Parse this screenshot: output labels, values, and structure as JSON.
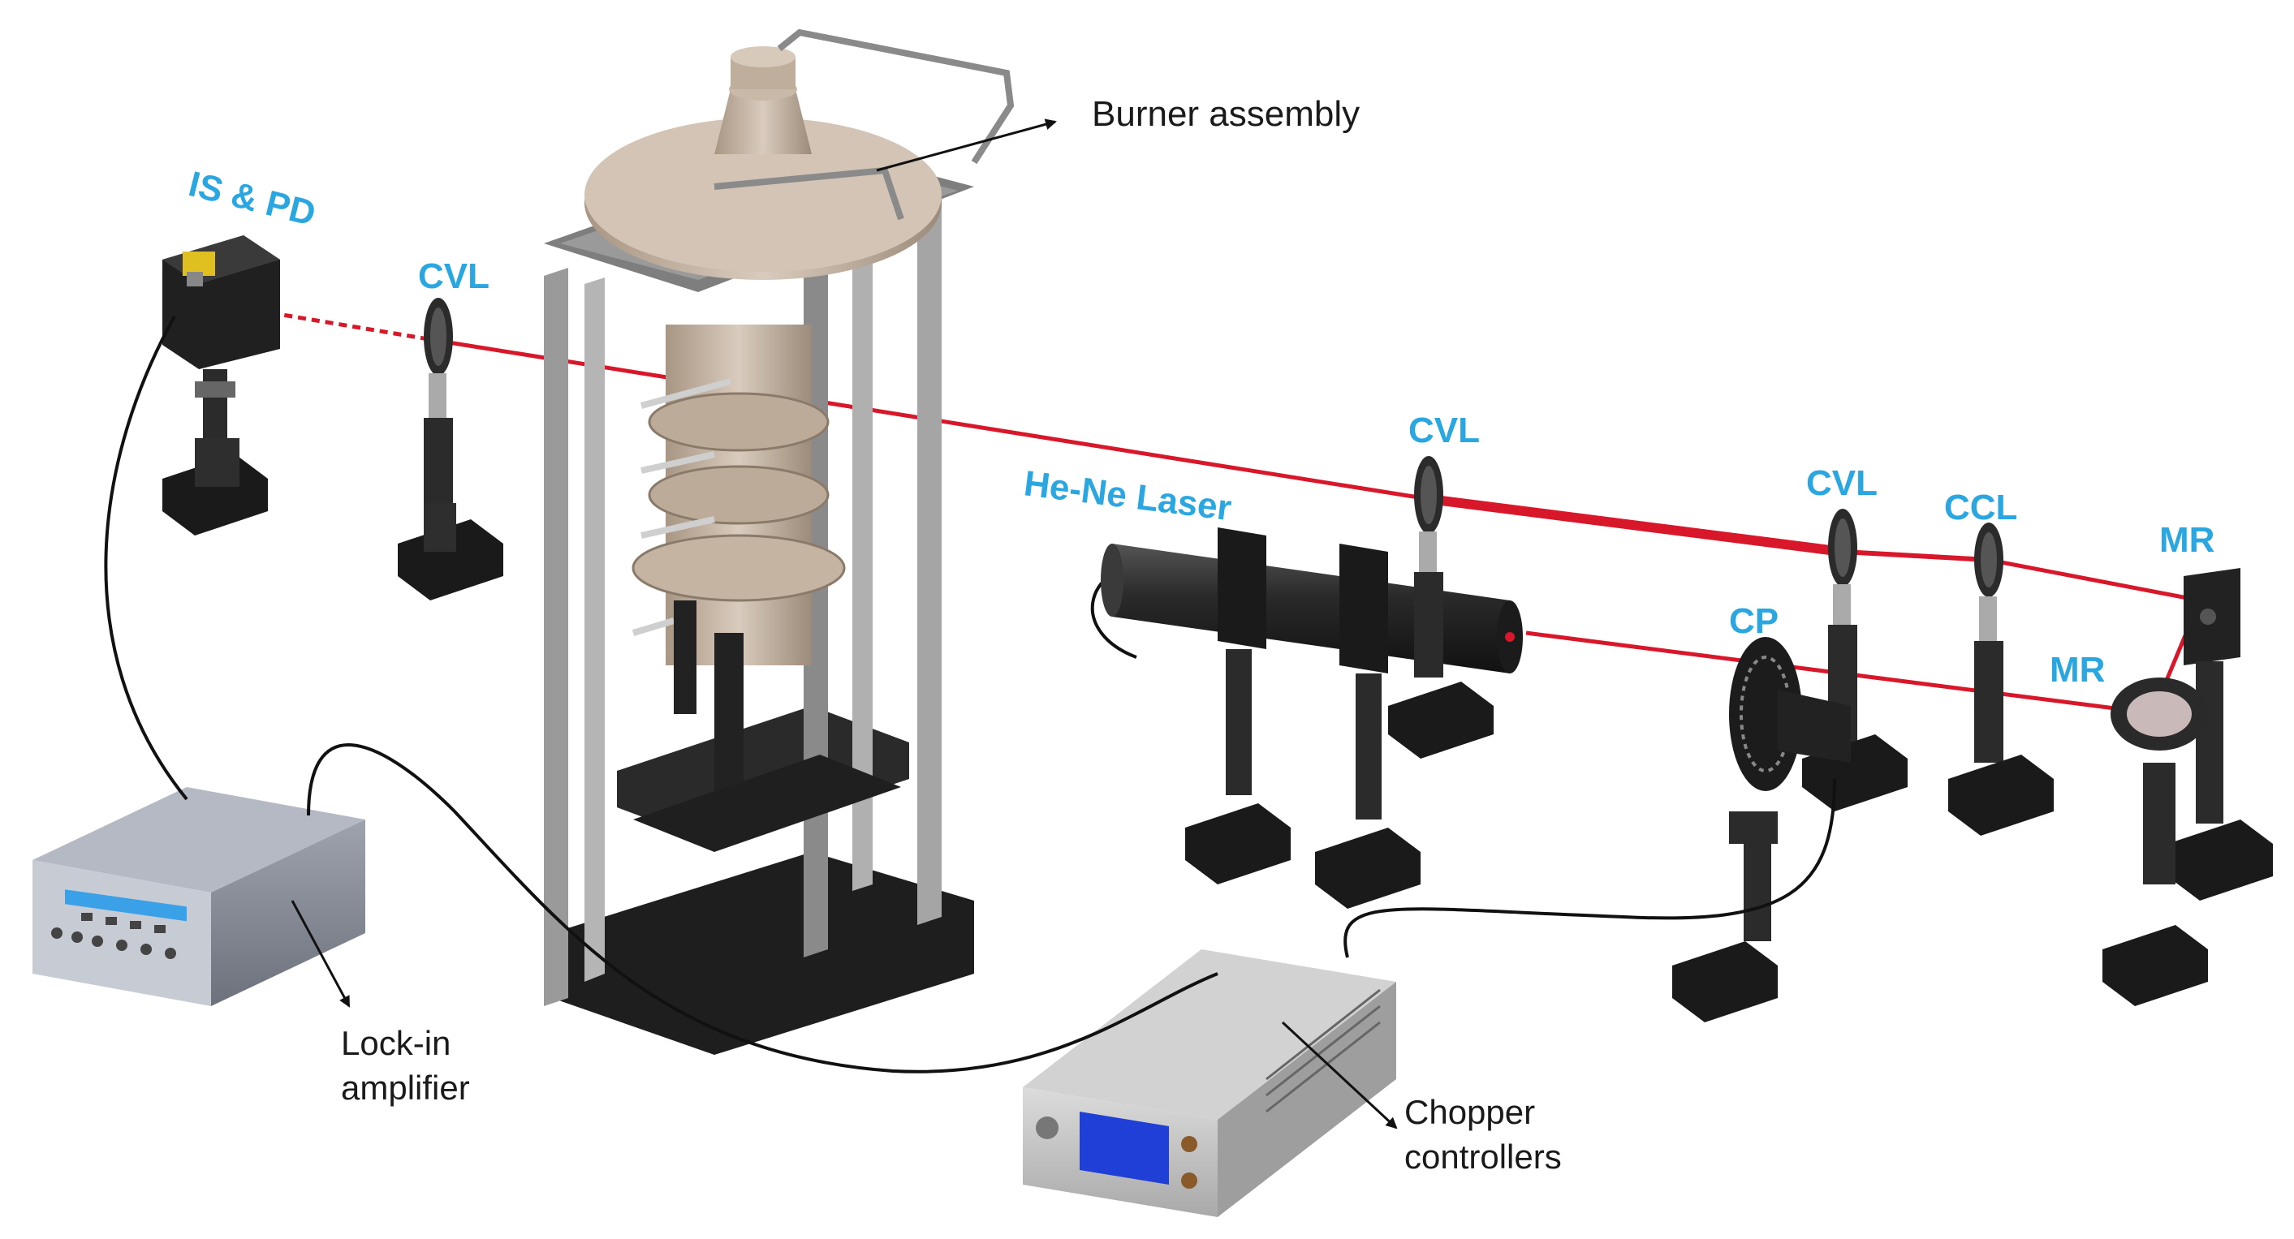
{
  "labels": {
    "is_pd": "IS & PD",
    "cvl_1": "CVL",
    "cvl_2": "CVL",
    "cvl_3": "CVL",
    "ccl": "CCL",
    "mr_top": "MR",
    "mr_bottom": "MR",
    "he_ne_laser": "He-Ne Laser",
    "cp": "CP",
    "burner_assembly": "Burner assembly",
    "lockin_line1": "Lock-in",
    "lockin_line2": "amplifier",
    "chopper_line1": "Chopper",
    "chopper_line2": "controllers"
  },
  "colors": {
    "label_blue": "#2aa7e0",
    "beam_red": "#d8182a",
    "hardware_dark": "#2b2b2b",
    "frame_grey": "#9a9a9a",
    "burner_tan": "#c9b9a8",
    "chopper_case": "#c8c8c8",
    "chopper_screen": "#1f3fd6",
    "lockin_case": "#8a8f9a",
    "lockin_display": "#3aa0e8"
  },
  "icons": [
    "integrating-sphere-photodiode-icon",
    "lens-mount-icon",
    "mirror-mount-icon",
    "optical-chopper-icon",
    "laser-tube-icon"
  ]
}
